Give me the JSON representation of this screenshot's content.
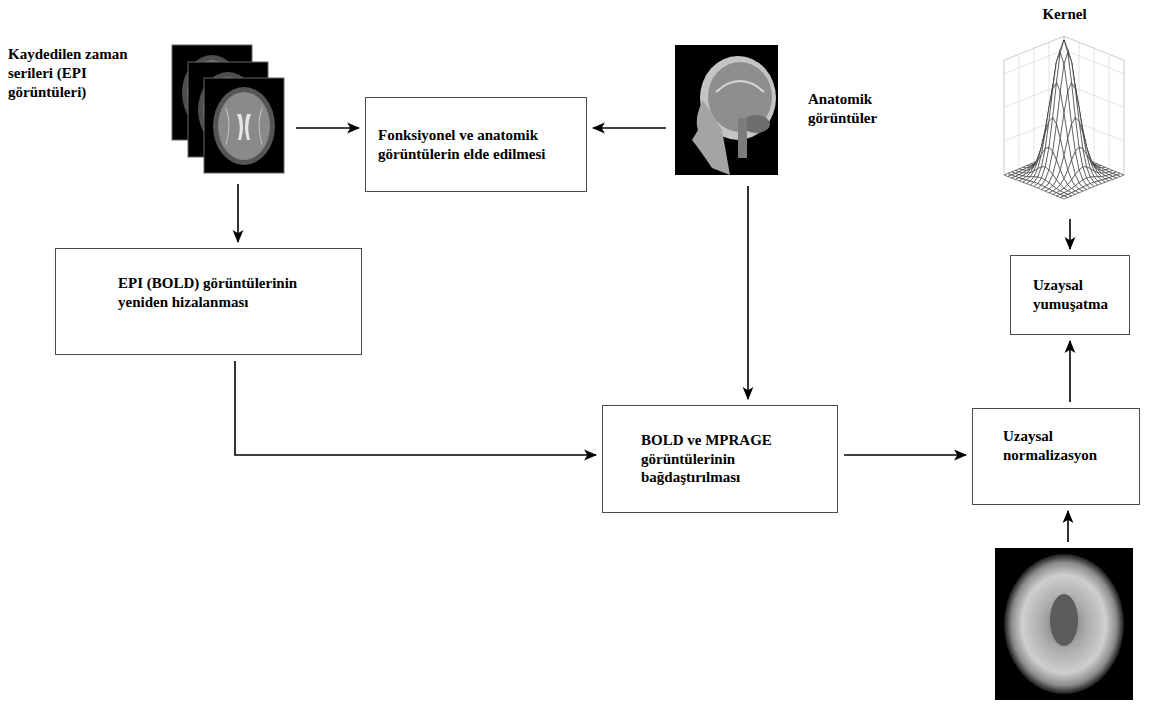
{
  "diagram": {
    "nodes": [
      {
        "text": [
          "Kaydedilen zaman serileri (EPI görüntüleri)"
        ]
      },
      {
        "text": [
          "Fonksiyonel ve anatomik görüntülerin elde edilmesi"
        ]
      },
      {
        "text": [
          "Anatomik görüntüler"
        ]
      },
      {
        "text": [
          "Kernel"
        ]
      },
      {
        "text": [
          "EPI (BOLD) görüntülerinin yeniden hizalanması"
        ]
      },
      {
        "text": [
          "Uzaysal yumuşatma"
        ]
      },
      {
        "text": [
          "BOLD ve MPRAGE görüntülerinin bağdaştırılması"
        ]
      },
      {
        "text": [
          "Uzaysal normalizasyon"
        ]
      },
      {
        "text": []
      }
    ],
    "edges": [
      {
        "from": 0,
        "to": 1,
        "arrow": "to"
      },
      {
        "from": 2,
        "to": 1,
        "arrow": "to"
      },
      {
        "from": 0,
        "to": 4,
        "arrow": "to"
      },
      {
        "from": 4,
        "to": 6,
        "arrow": "to"
      },
      {
        "from": 2,
        "to": 6,
        "arrow": "to"
      },
      {
        "from": 6,
        "to": 7,
        "arrow": "to"
      },
      {
        "from": 7,
        "to": 5,
        "arrow": "to"
      },
      {
        "from": 3,
        "to": 5,
        "arrow": "to"
      },
      {
        "from": 8,
        "to": 7,
        "arrow": "to"
      }
    ]
  }
}
